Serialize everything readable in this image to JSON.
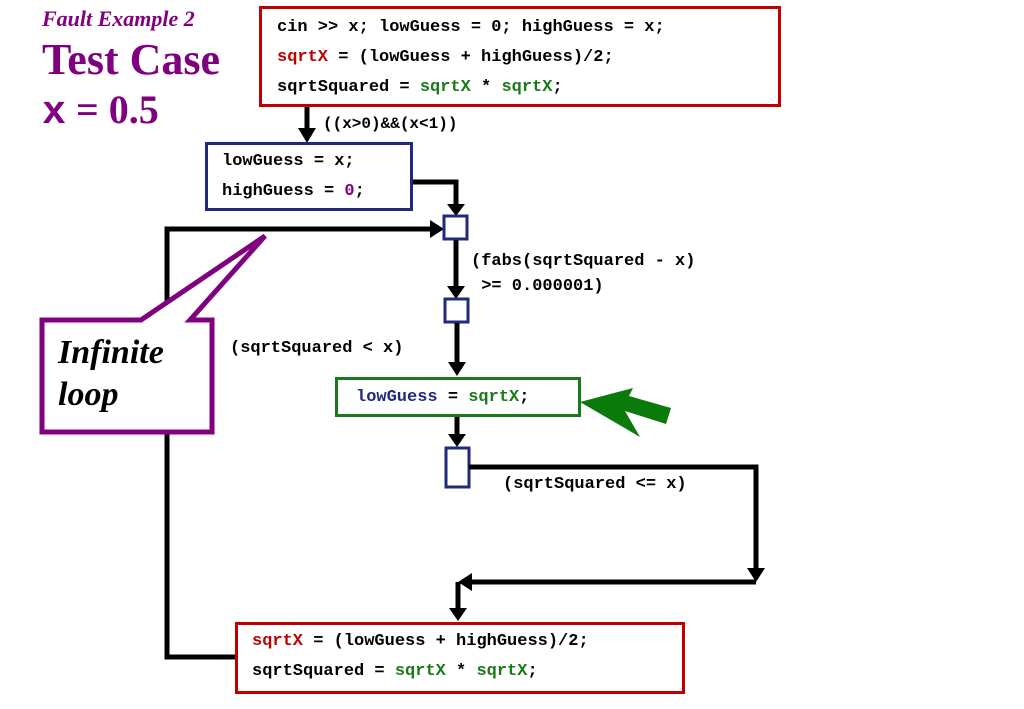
{
  "title": {
    "example": "Fault Example 2",
    "heading": "Test Case",
    "case_var": "x",
    "case_rest": " = 0.5"
  },
  "box_top": {
    "line1": "cin >> x; lowGuess = 0; highGuess = x;",
    "line2_a": "sqrtX",
    "line2_b": " = (lowGuess + highGuess)/2;",
    "line3_a": "sqrtSquared = ",
    "line3_b": "sqrtX",
    "line3_c": " * ",
    "line3_d": "sqrtX",
    "line3_e": ";"
  },
  "cond_range": "((x>0)&&(x<1))",
  "box_assign": {
    "line1": "lowGuess = x;",
    "line2_a": "highGuess = ",
    "line2_b": "0",
    "line2_c": ";"
  },
  "cond_loop": {
    "line1": "(fabs(sqrtSquared - x)",
    "line2": " >= 0.000001)"
  },
  "cond_less": "(sqrtSquared < x)",
  "box_low": {
    "a": "lowGuess",
    "b": " = ",
    "c": "sqrtX",
    "d": ";"
  },
  "cond_le": "(sqrtSquared <= x)",
  "box_bottom": {
    "line1_a": "sqrtX",
    "line1_b": " = (lowGuess + highGuess)/2;",
    "line2_a": "sqrtSquared = ",
    "line2_b": "sqrtX",
    "line2_c": " * ",
    "line2_d": "sqrtX",
    "line2_e": ";"
  },
  "callout": {
    "line1": "Infinite",
    "line2": "loop"
  },
  "colors": {
    "title": "#800080",
    "red_box": "#c00000",
    "navy_box": "#1f2a7a",
    "green_box": "#1a7a1a",
    "arrow_green": "#0a7a0a"
  }
}
